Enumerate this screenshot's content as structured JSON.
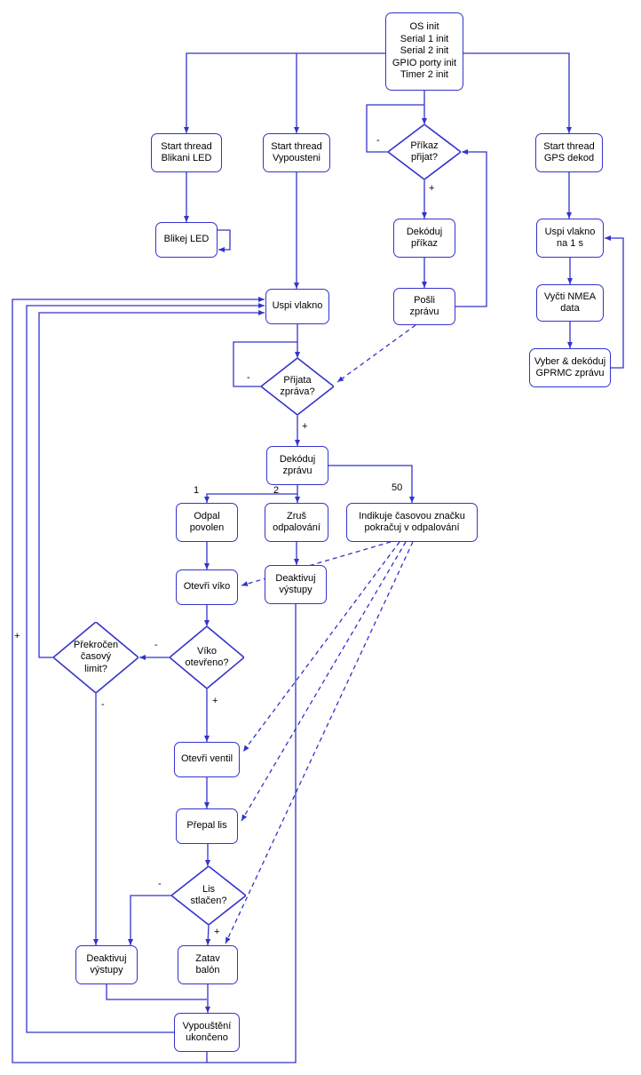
{
  "colors": {
    "line": "#3333cc",
    "node_border": "#3333cc",
    "text": "#000000",
    "background": "#ffffff"
  },
  "nodes": {
    "os_init": "OS init\nSerial 1 init\nSerial 2 init\nGPIO porty init\nTimer 2 init",
    "start_blikani": "Start thread\nBlikani LED",
    "start_vypousteni": "Start thread\nVypousteni",
    "prikaz_prijat": "Příkaz\npřijat?",
    "start_gps": "Start thread\nGPS dekod",
    "blikej_led": "Blikej LED",
    "dekoduj_prikaz": "Dekóduj\npříkaz",
    "uspi_vlakno": "Uspi vlakno",
    "posli_zpravu": "Pošli\nzprávu",
    "uspi_1s": "Uspi vlakno\nna 1 s",
    "vycti_nmea": "Vyčti NMEA\ndata",
    "gprmc": "Vyber & dekóduj\nGPRMC zprávu",
    "prijata_zprava": "Přijata\nzpráva?",
    "dekoduj_zpravu": "Dekóduj\nzprávu",
    "odpal_povolen": "Odpal\npovolen",
    "zrus_odpalovani": "Zruš\nodpalování",
    "indikuje": "Indikuje časovou značku\npokračuj v odpalování",
    "otevri_viko": "Otevři víko",
    "deaktivuj_vystupy_1": "Deaktivuj\nvýstupy",
    "viko_otevreno": "Víko\notevřeno?",
    "prekrocen_limit": "Překročen\nčasový\nlimit?",
    "otevri_ventil": "Otevři ventil",
    "prepal_lis": "Přepal lis",
    "lis_stlacen": "Lis\nstlačen?",
    "zatav_balon": "Zatav\nbalón",
    "deaktivuj_vystupy_2": "Deaktivuj\nvýstupy",
    "vypousteni_ukonceno": "Vypouštění\nukončeno"
  },
  "edge_labels": {
    "prikaz_minus": "-",
    "prikaz_plus": "+",
    "prijata_minus": "-",
    "prijata_plus": "+",
    "branch_1": "1",
    "branch_2": "2",
    "branch_50": "50",
    "viko_minus": "-",
    "viko_plus": "+",
    "limit_plus": "+",
    "limit_minus": "-",
    "lis_minus": "-",
    "lis_plus": "+"
  }
}
